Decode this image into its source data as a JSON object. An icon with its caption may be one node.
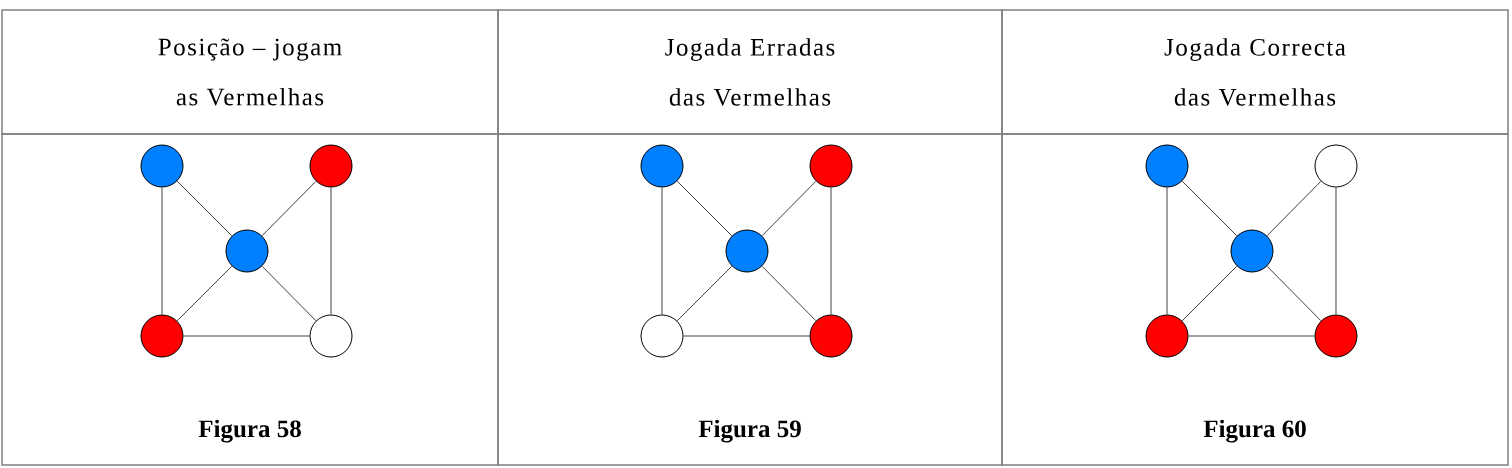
{
  "diagram": {
    "nodes": [
      {
        "text": [
          "Posição – jogam as Vermelhas"
        ]
      },
      {
        "text": [
          "Jogada Erradas das Vermelhas"
        ]
      },
      {
        "text": [
          "Jogada Correcta das Vermelhas"
        ]
      },
      {
        "text": [
          "Figura 58"
        ]
      },
      {
        "text": [],
        "shape": "circle",
        "in": 3
      },
      {
        "text": [],
        "shape": "circle",
        "in": 3
      },
      {
        "text": [],
        "shape": "circle",
        "in": 3
      },
      {
        "text": [],
        "shape": "circle",
        "in": 3
      },
      {
        "text": [],
        "shape": "circle",
        "in": 3
      },
      {
        "text": [
          "Figura 59"
        ]
      },
      {
        "text": [],
        "shape": "circle",
        "in": 9
      },
      {
        "text": [],
        "shape": "circle",
        "in": 9
      },
      {
        "text": [],
        "shape": "circle",
        "in": 9
      },
      {
        "text": [],
        "shape": "circle",
        "in": 9
      },
      {
        "text": [],
        "shape": "circle",
        "in": 9
      },
      {
        "text": [
          "Figura 60"
        ]
      },
      {
        "text": [],
        "shape": "circle",
        "in": 15
      },
      {
        "text": [],
        "shape": "circle",
        "in": 15
      },
      {
        "text": [],
        "shape": "circle",
        "in": 15
      },
      {
        "text": [],
        "shape": "circle",
        "in": 15
      },
      {
        "text": [],
        "shape": "circle",
        "in": 15
      }
    ],
    "edges": [
      {
        "from": 4,
        "to": 6,
        "arrow": "none"
      },
      {
        "from": 5,
        "to": 6,
        "arrow": "none"
      },
      {
        "from": 7,
        "to": 6,
        "arrow": "none"
      },
      {
        "from": 8,
        "to": 6,
        "arrow": "none"
      },
      {
        "from": 4,
        "to": 7,
        "arrow": "none"
      },
      {
        "from": 5,
        "to": 8,
        "arrow": "none"
      },
      {
        "from": 7,
        "to": 8,
        "arrow": "none"
      },
      {
        "from": 10,
        "to": 12,
        "arrow": "none"
      },
      {
        "from": 11,
        "to": 12,
        "arrow": "none"
      },
      {
        "from": 13,
        "to": 12,
        "arrow": "none"
      },
      {
        "from": 14,
        "to": 12,
        "arrow": "none"
      },
      {
        "from": 10,
        "to": 13,
        "arrow": "none"
      },
      {
        "from": 11,
        "to": 14,
        "arrow": "none"
      },
      {
        "from": 13,
        "to": 14,
        "arrow": "none"
      },
      {
        "from": 16,
        "to": 18,
        "arrow": "none"
      },
      {
        "from": 17,
        "to": 18,
        "arrow": "none"
      },
      {
        "from": 19,
        "to": 18,
        "arrow": "none"
      },
      {
        "from": 20,
        "to": 18,
        "arrow": "none"
      },
      {
        "from": 16,
        "to": 19,
        "arrow": "none"
      },
      {
        "from": 17,
        "to": 20,
        "arrow": "none"
      },
      {
        "from": 19,
        "to": 20,
        "arrow": "none"
      }
    ]
  }
}
